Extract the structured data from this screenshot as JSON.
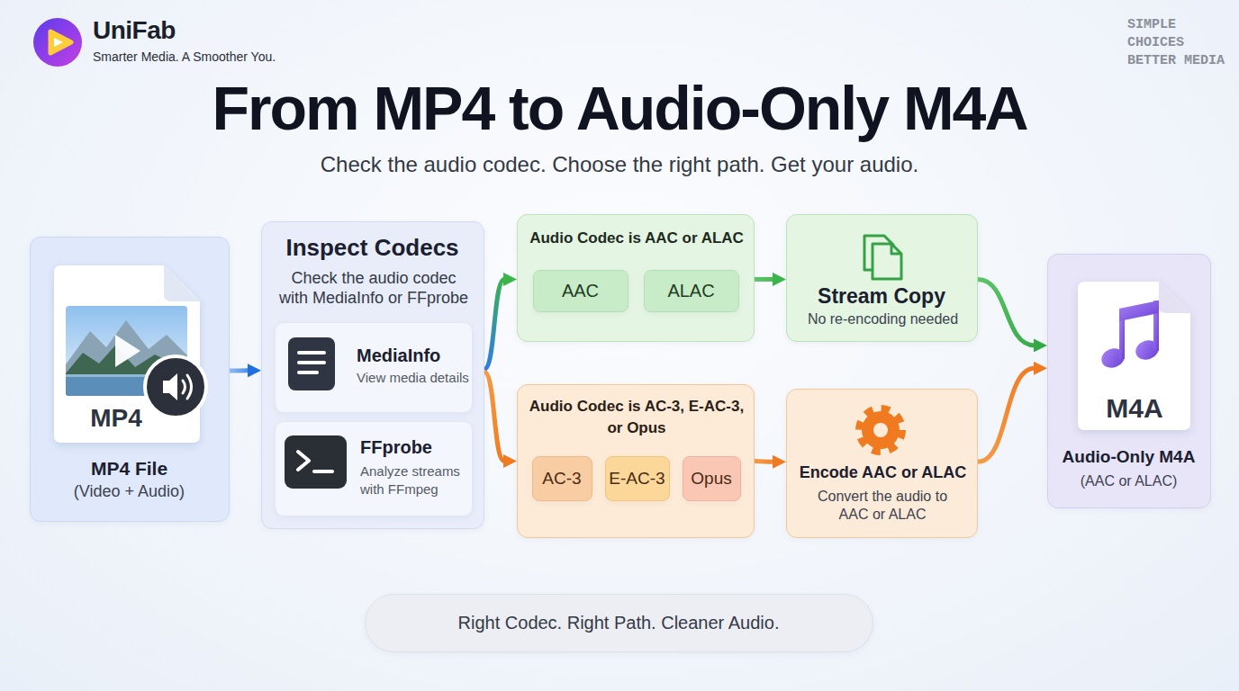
{
  "diagram": {
    "title": "From MP4 to Audio-Only M4A",
    "caption": "Check the audio codec. Choose the right path. Get your audio.",
    "nodes": [
      {
        "text": [
          "MP4",
          "MP4 File",
          "(Video + Audio)"
        ]
      },
      {
        "text": [
          "Inspect Codecs",
          "Check the audio codec with MediaInfo or FFprobe"
        ]
      },
      {
        "text": [
          "MediaInfo",
          "View media details"
        ],
        "in": 1
      },
      {
        "text": [
          "FFprobe",
          "Analyze streams with FFmpeg"
        ],
        "in": 1
      },
      {
        "text": [
          "Audio Codec is AAC or ALAC"
        ]
      },
      {
        "text": [
          "AAC"
        ],
        "in": 4
      },
      {
        "text": [
          "ALAC"
        ],
        "in": 4
      },
      {
        "text": [
          "Audio Codec is AC-3, E-AC-3, or Opus"
        ]
      },
      {
        "text": [
          "AC-3"
        ],
        "in": 7
      },
      {
        "text": [
          "E-AC-3"
        ],
        "in": 7
      },
      {
        "text": [
          "Opus"
        ],
        "in": 7
      },
      {
        "text": [
          "Stream Copy",
          "No re-encoding needed"
        ]
      },
      {
        "text": [
          "Encode AAC or ALAC",
          "Convert the audio to AAC or ALAC"
        ]
      },
      {
        "text": [
          "M4A",
          "Audio-Only M4A",
          "(AAC or ALAC)"
        ]
      },
      {
        "text": [
          "Right Codec. Right Path. Cleaner Audio."
        ]
      }
    ],
    "edges": [
      {
        "from": 0,
        "to": 1,
        "arrow": "to"
      },
      {
        "from": 1,
        "to": 4,
        "arrow": "to"
      },
      {
        "from": 1,
        "to": 7,
        "arrow": "to"
      },
      {
        "from": 4,
        "to": 11,
        "arrow": "to"
      },
      {
        "from": 7,
        "to": 12,
        "arrow": "to"
      },
      {
        "from": 11,
        "to": 13,
        "arrow": "to"
      },
      {
        "from": 12,
        "to": 13,
        "arrow": "to"
      }
    ],
    "labels": [
      "UniFab",
      "Smarter Media. A Smoother You.",
      "SIMPLE CHOICES BETTER MEDIA"
    ]
  }
}
